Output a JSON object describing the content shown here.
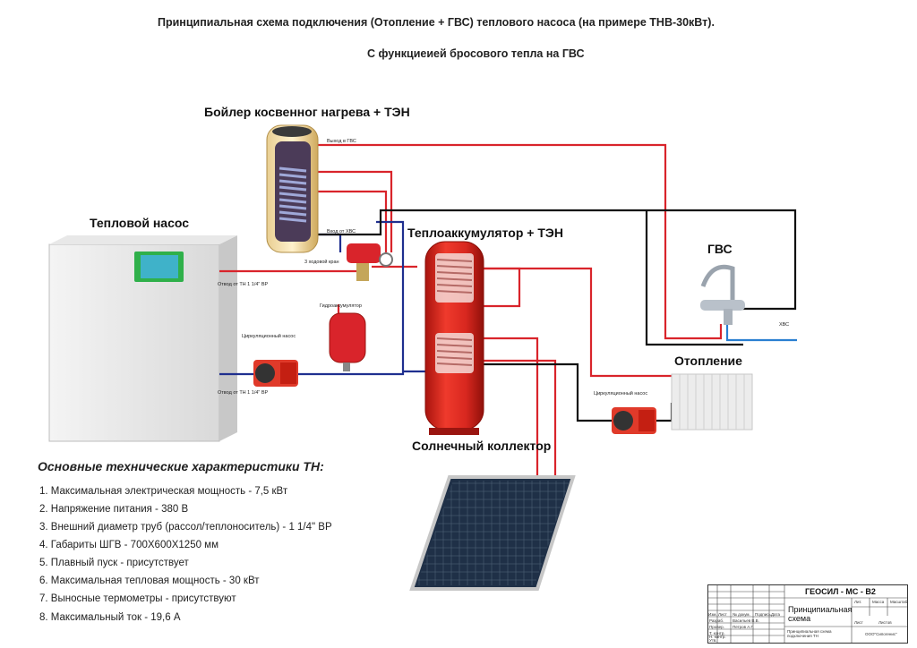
{
  "title": "Принципиальная схема подключения (Отопление + ГВС) теплового насоса (на примере ТНВ-30кВт).",
  "subtitle": "С функциеией бросового тепла на ГВС",
  "labels": {
    "boiler": "Бойлер косвенног нагрева + ТЭН",
    "heat_pump": "Тепловой насос",
    "accumulator": "Теплоаккумулятор + ТЭН",
    "dhw": "ГВС",
    "heating": "Отопление",
    "solar": "Солнечный коллектор"
  },
  "small_labels": {
    "dhw_out": "Выход в ГВС",
    "cold_in": "Вход от ХВС",
    "valve3": "3 ходовой кран",
    "outlet_top": "Отвод от ТН 1 1/4\" ВР",
    "outlet_bottom": "Отвод от ТН 1 1/4\" ВР",
    "hydro": "Гидроаккумулятор",
    "pump1": "Циркуляционный насос",
    "pump2": "Циркуляционный насос",
    "cold_water": "ХВС"
  },
  "specs": {
    "title": "Основные технические характеристики ТН:",
    "items": [
      "1. Максимальная электрическая мощность - 7,5 кВт",
      "2. Напряжение питания - 380 В",
      "3. Внешний диаметр труб (рассол/теплоноситель) - 1 1/4\" ВР",
      "4. Габариты ШГВ - 700Х600Х1250 мм",
      "5. Плавный пуск - присутствует",
      "6. Максимальная тепловая мощность - 30 кВт",
      "7. Выносные термометры - присутствуют",
      "8. Максимальный ток - 19,6 А"
    ]
  },
  "stamp": {
    "code": "ГЕОСИЛ - МС - В2",
    "name": "Принципиальная схема",
    "col_headers": [
      "Изм.",
      "Лист",
      "№ докум.",
      "Подпись",
      "Дата"
    ],
    "row_labels": [
      "Разраб.",
      "Провер.",
      "Т. контр.",
      "Н. контр.",
      "Утв."
    ],
    "people": [
      "Васильев В.В.",
      "Петров А.Г."
    ],
    "sheet_headers": [
      "Лит.",
      "Масса",
      "Масштаб"
    ],
    "sheet_labels": [
      "Лист",
      "Листов"
    ],
    "note": "Принципиальная схема подключения ТН",
    "org": "ООО\"Сипогенис\""
  },
  "colors": {
    "hot_pipe": "#d9242b",
    "cold_pipe": "#1f2f8f",
    "return_pipe": "#111111",
    "cold_water_pipe": "#2a7fd1",
    "tank_red": "#d8271f"
  }
}
